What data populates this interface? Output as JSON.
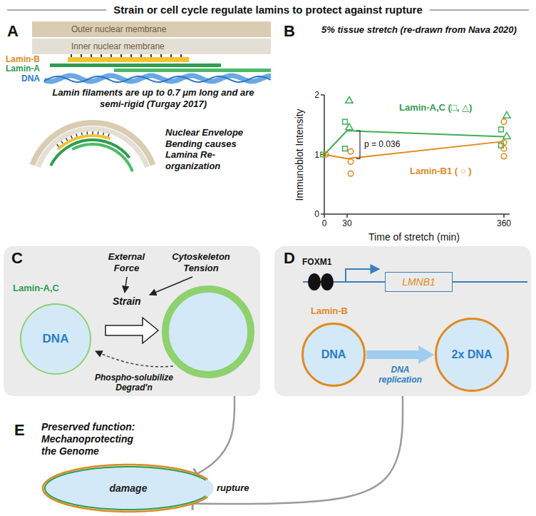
{
  "diagram": {
    "title": "Strain or cell cycle regulate lamins to protect against rupture",
    "nodes": [
      {
        "text": [
          "C",
          "Lamin-A,C",
          "External Force",
          "Cytoskeleton Tension",
          "Strain",
          "Phospho-solubilize Degrad'n"
        ]
      },
      {
        "text": [
          "DNA"
        ],
        "in": 0
      },
      {
        "text": [
          "D",
          "FOXM1",
          "Lamin-B"
        ]
      },
      {
        "text": [
          "LMNB1"
        ],
        "in": 2
      },
      {
        "text": [
          "DNA"
        ],
        "in": 2
      },
      {
        "text": [
          "2x DNA"
        ],
        "in": 2
      },
      {
        "text": [
          "damage"
        ]
      }
    ],
    "edges": [
      {
        "from": 0,
        "to": 6,
        "arrow": "to"
      },
      {
        "from": 2,
        "to": 6,
        "arrow": "to"
      },
      {
        "from": 4,
        "to": 5,
        "label": "DNA replication",
        "arrow": "to"
      }
    ],
    "labels": [
      "A",
      "Outer nuclear membrane",
      "Inner nuclear membrane",
      "Lamin-B",
      "Lamin-A",
      "DNA",
      "Lamin filaments are up to 0.7 μm long and are semi-rigid (Turgay 2017)",
      "Nuclear Envelope Bending causes Lamina Re-organization",
      "B",
      "5% tissue stretch (re-drawn from Nava 2020)",
      "Immunoblot Intensity",
      "0",
      "1",
      "2",
      "0",
      "30",
      "360",
      "Time of stretch (min)",
      "Lamin-A,C (□, △)",
      "Lamin-B1 ( ○ )",
      "p = 0.036",
      "E",
      "Preserved function: Mechanoprotecting the Genome",
      "rupture"
    ]
  }
}
